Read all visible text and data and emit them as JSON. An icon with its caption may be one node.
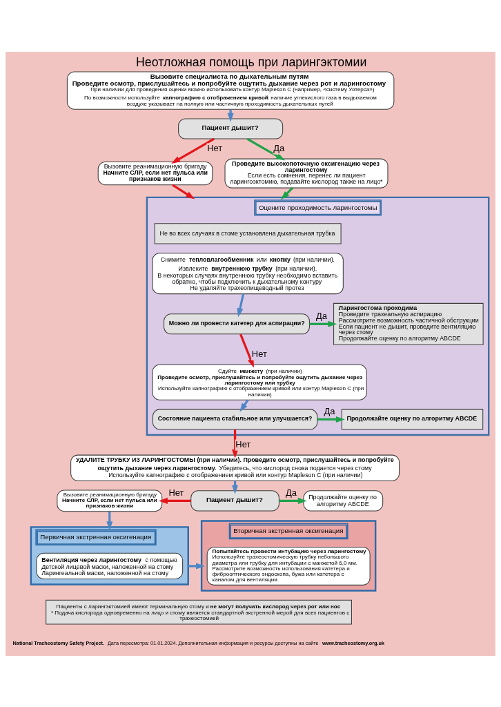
{
  "diagram": {
    "title": "Неотложная помощь при ларингэктомии",
    "nodes": [
      {
        "text": [
          "Вызовите специалиста по дыхательным путям",
          "Проведите осмотр, прислушайтесь и попробуйте ощутить дыхание через рот и ларингостому",
          "При наличии для проведения оценки можно использовать контур Mapleson C (например, «систему Уотерса»)",
          "По возможности используйте **капнографию с отображением кривой**: наличие углекислого газа в выдыхаемом воздухе указывает на полную или частичную проходимость дыхательных путей"
        ]
      },
      {
        "text": [
          "Пациент дышит?"
        ]
      },
      {
        "text": [
          "Вызовите реанимационную бригаду",
          "Начните СЛР, если нет пульса или признаков жизни"
        ]
      },
      {
        "text": [
          "Проведите высокопоточную оксигенацию через ларингостому",
          "Если есть сомнения, перенес ли пациент ларингоэктомию, подавайте кислород также на лицо*"
        ]
      },
      {
        "text": [
          "Оцените проходимость ларингостомы"
        ]
      },
      {
        "text": [
          "Не во всех случаях в стоме установлена дыхательная трубка"
        ],
        "in": 4
      },
      {
        "text": [
          "Снимите **тепловлагообменник** или **кнопку** (при наличии).",
          "Извлеките **внутреннюю трубку** (при наличии).",
          "В некоторых случаях внутреннюю трубку необходимо вставить обратно, чтобы подключить к дыхательному контуру",
          "Не удаляйте трахеопищеводный протез"
        ],
        "in": 4
      },
      {
        "text": [
          "Можно ли провести катетер для аспирации?"
        ],
        "in": 4
      },
      {
        "text": [
          "Ларингостома проходима",
          "Проведите трахеальную аспирацию",
          "Рассмотрите возможность частичной обструкции",
          "Если пациент не дышит, проведите вентиляцию через стому",
          "Продолжайте оценку по алгоритму ABCDE"
        ],
        "in": 4
      },
      {
        "text": [
          "Сдуйте **манжету** (при наличии)",
          "Проведите осмотр, прислушайтесь и попробуйте ощутить дыхание через ларингостому или трубку",
          "Используйте капнографию с отображением кривой или контур Mapleson C (при наличии)"
        ],
        "in": 4
      },
      {
        "text": [
          "Состояние пациента стабильное или улучшается?"
        ],
        "in": 4
      },
      {
        "text": [
          "Продолжайте оценку по алгоритму ABCDE"
        ],
        "in": 4
      },
      {
        "text": [
          "**УДАЛИТЕ ТРУБКУ ИЗ ЛАРИНГОСТОМЫ (при наличии). Проведите осмотр, прислушайтесь и попробуйте ощутить дыхание через ларингостому.** Убедитесь, что кислород снова подается через стому",
          "Используйте капнографию с отображением кривой или контур Mapleson C (при наличии)"
        ]
      },
      {
        "text": [
          "Пациент дышит?"
        ]
      },
      {
        "text": [
          "Вызовите реанимационную бригаду",
          "Начните СЛР, если нет пульса или признаков жизни"
        ]
      },
      {
        "text": [
          "Продолжайте оценку по алгоритму ABCDE"
        ]
      },
      {
        "text": [
          "Первичная экстренная оксигенация"
        ]
      },
      {
        "text": [
          "**Вентиляция через ларингостому** с помощью",
          "Детской лицевой маски, наложенной на стому",
          "Ларингеальной маски, наложенной на стому"
        ],
        "in": 16
      },
      {
        "text": [
          "Вторичная экстренная оксигенация"
        ]
      },
      {
        "text": [
          "Попытайтесь провести интубацию через ларингостому",
          "Используйте трахеостомическую трубку небольшого диаметра или трубку для интубации с манжетой 6,0 мм. Рассмотрите возможность использования катетера и фиброоптического эндоскопа, бужа или катетера с каналом для вентиляции."
        ],
        "in": 18
      },
      {
        "text": [
          "Пациенты с ларингэктомией имеют терминальную стому и **не могут получать кислород через рот или нос**",
          "* Подача кислорода одновременно на лицо и стому является стандартной экстренной мерой для всех пациентов с трахеостомией"
        ]
      }
    ],
    "edges": [
      {
        "from": 0,
        "to": 1,
        "arrow": "to"
      },
      {
        "from": 1,
        "to": 2,
        "arrow": "to",
        "label": "Нет",
        "color": "#e3161b"
      },
      {
        "from": 1,
        "to": 3,
        "arrow": "to",
        "label": "Да",
        "color": "#1ea34a"
      },
      {
        "from": 2,
        "to": 4,
        "arrow": "to",
        "color": "#e3161b"
      },
      {
        "from": 3,
        "to": 4,
        "arrow": "to",
        "color": "#1ea34a"
      },
      {
        "from": 6,
        "to": 7,
        "arrow": "to"
      },
      {
        "from": 7,
        "to": 8,
        "arrow": "to",
        "label": "Да",
        "color": "#1ea34a"
      },
      {
        "from": 7,
        "to": 9,
        "arrow": "to",
        "label": "Нет",
        "color": "#e3161b"
      },
      {
        "from": 9,
        "to": 10,
        "arrow": "to"
      },
      {
        "from": 10,
        "to": 11,
        "arrow": "to",
        "label": "Да",
        "color": "#1ea34a"
      },
      {
        "from": 10,
        "to": 12,
        "arrow": "to",
        "label": "Нет",
        "color": "#e3161b"
      },
      {
        "from": 12,
        "to": 13,
        "arrow": "to"
      },
      {
        "from": 13,
        "to": 14,
        "arrow": "to",
        "label": "Нет",
        "color": "#e3161b"
      },
      {
        "from": 13,
        "to": 15,
        "arrow": "to",
        "label": "Да",
        "color": "#1ea34a"
      },
      {
        "from": 14,
        "to": 16,
        "arrow": "to"
      },
      {
        "from": 16,
        "to": 18,
        "arrow": "to"
      }
    ],
    "labels": [
      "**National Tracheostomy Safety Project.** Дата пересмотра: 01.01.2024. Дополнительная информация и ресурсы доступны на сайте **www.tracheostomy.org.uk**"
    ]
  }
}
